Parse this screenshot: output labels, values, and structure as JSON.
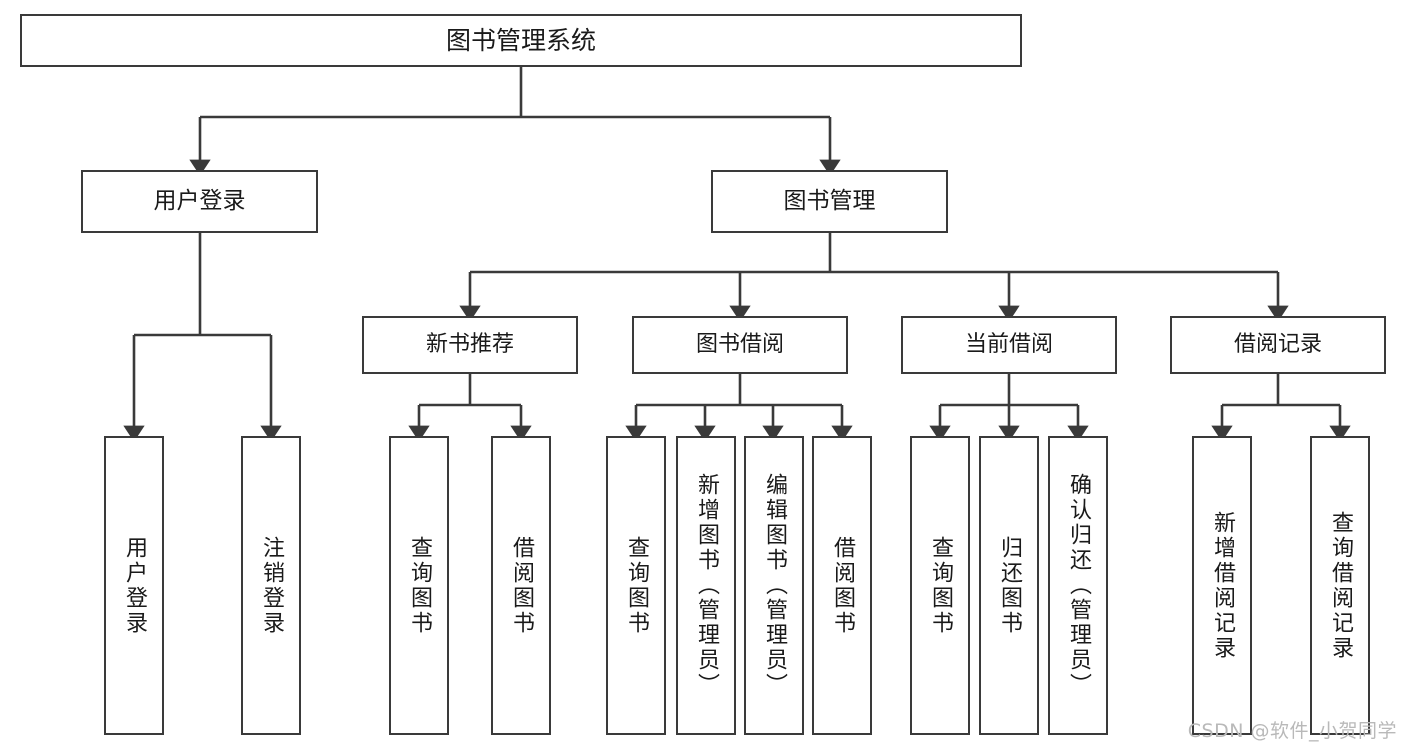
{
  "diagram": {
    "title": "图书管理系统",
    "type": "tree-hierarchy",
    "watermark": "CSDN @软件_小贺同学",
    "colors": {
      "stroke": "#3a3a3a",
      "fill": "#ffffff",
      "text": "#1a1a1a",
      "watermark": "#b9b9b9"
    },
    "root": {
      "label": "图书管理系统"
    },
    "level2": [
      {
        "id": "user-login",
        "label": "用户登录"
      },
      {
        "id": "book-manage",
        "label": "图书管理"
      }
    ],
    "level3": [
      {
        "id": "new-book-recommend",
        "label": "新书推荐"
      },
      {
        "id": "book-borrow",
        "label": "图书借阅"
      },
      {
        "id": "current-borrow",
        "label": "当前借阅"
      },
      {
        "id": "borrow-record",
        "label": "借阅记录"
      }
    ],
    "leaves": {
      "user_login": [
        {
          "id": "leaf-user-login",
          "label": "用户登录"
        },
        {
          "id": "leaf-logout-login",
          "label": "注销登录"
        }
      ],
      "new_book_recommend": [
        {
          "id": "leaf-query-book-1",
          "label": "查询图书"
        },
        {
          "id": "leaf-borrow-book-1",
          "label": "借阅图书"
        }
      ],
      "book_borrow": [
        {
          "id": "leaf-query-book-2",
          "label": "查询图书"
        },
        {
          "id": "leaf-add-book",
          "label": "新增图书（管理员）"
        },
        {
          "id": "leaf-edit-book",
          "label": "编辑图书（管理员）"
        },
        {
          "id": "leaf-borrow-book-2",
          "label": "借阅图书"
        }
      ],
      "current_borrow": [
        {
          "id": "leaf-query-book-3",
          "label": "查询图书"
        },
        {
          "id": "leaf-return-book",
          "label": "归还图书"
        },
        {
          "id": "leaf-confirm-return",
          "label": "确认归还（管理员）"
        }
      ],
      "borrow_record": [
        {
          "id": "leaf-add-borrow-record",
          "label": "新增借阅记录"
        },
        {
          "id": "leaf-query-borrow-record",
          "label": "查询借阅记录"
        }
      ]
    }
  }
}
